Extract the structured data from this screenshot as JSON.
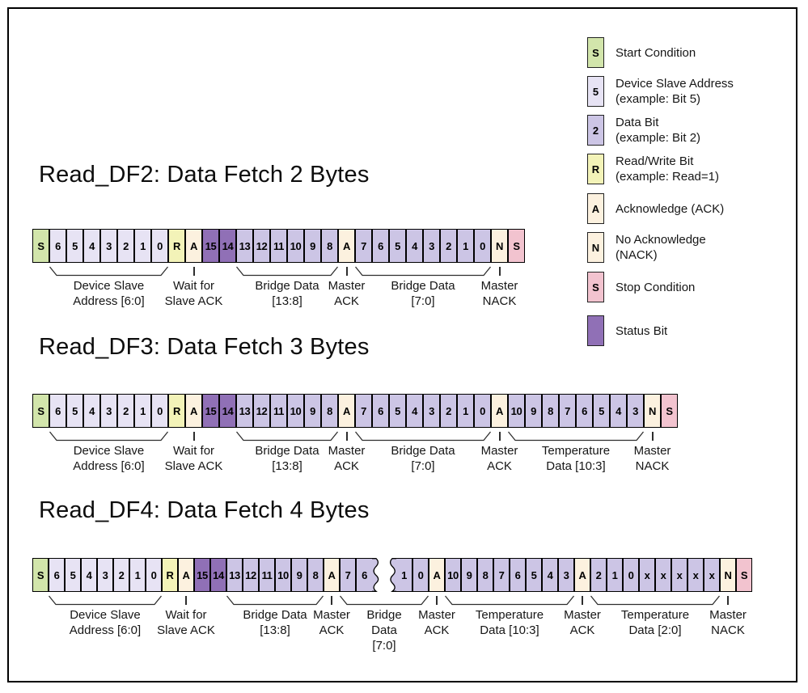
{
  "colors": {
    "start": "#d2e5ab",
    "addr": "#e7e3f4",
    "data": "#ccc5e5",
    "rw": "#f3f3b8",
    "ack": "#fcf1df",
    "status": "#9070b6",
    "stop": "#f2c3cf"
  },
  "legend": {
    "items": [
      {
        "key": "S",
        "type": "start",
        "lines": [
          "Start Condition"
        ]
      },
      {
        "key": "5",
        "type": "addr",
        "lines": [
          "Device Slave Address",
          "(example: Bit 5)"
        ]
      },
      {
        "key": "2",
        "type": "data",
        "lines": [
          "Data Bit",
          "(example: Bit 2)"
        ]
      },
      {
        "key": "R",
        "type": "rw",
        "lines": [
          "Read/Write Bit",
          "(example: Read=1)"
        ]
      },
      {
        "key": "A",
        "type": "ack",
        "lines": [
          "Acknowledge (ACK)"
        ]
      },
      {
        "key": "N",
        "type": "ack",
        "lines": [
          "No Acknowledge",
          "(NACK)"
        ]
      },
      {
        "key": "S",
        "type": "stop",
        "lines": [
          "Stop Condition"
        ]
      },
      {
        "key": "",
        "type": "status",
        "lines": [
          "Status Bit"
        ]
      }
    ]
  },
  "sections": [
    {
      "id": "df2",
      "title": "Read_DF2: Data Fetch 2 Bytes",
      "cells": [
        [
          "S",
          "start"
        ],
        [
          "6",
          "addr"
        ],
        [
          "5",
          "addr"
        ],
        [
          "4",
          "addr"
        ],
        [
          "3",
          "addr"
        ],
        [
          "2",
          "addr"
        ],
        [
          "1",
          "addr"
        ],
        [
          "0",
          "addr"
        ],
        [
          "R",
          "rw"
        ],
        [
          "A",
          "ack"
        ],
        [
          "15",
          "status"
        ],
        [
          "14",
          "status"
        ],
        [
          "13",
          "data"
        ],
        [
          "12",
          "data"
        ],
        [
          "11",
          "data"
        ],
        [
          "10",
          "data"
        ],
        [
          "9",
          "data"
        ],
        [
          "8",
          "data"
        ],
        [
          "A",
          "ack"
        ],
        [
          "7",
          "data"
        ],
        [
          "6",
          "data"
        ],
        [
          "5",
          "data"
        ],
        [
          "4",
          "data"
        ],
        [
          "3",
          "data"
        ],
        [
          "2",
          "data"
        ],
        [
          "1",
          "data"
        ],
        [
          "0",
          "data"
        ],
        [
          "N",
          "ack"
        ],
        [
          "S",
          "stop"
        ]
      ],
      "groups": [
        {
          "from": 1,
          "to": 7,
          "kind": "brace",
          "lines": [
            "Device Slave",
            "Address [6:0]"
          ]
        },
        {
          "from": 9,
          "to": 9,
          "kind": "tick",
          "lines": [
            "Wait for",
            "Slave ACK"
          ]
        },
        {
          "from": 12,
          "to": 17,
          "kind": "brace",
          "lines": [
            "Bridge Data",
            "[13:8]"
          ]
        },
        {
          "from": 18,
          "to": 18,
          "kind": "tick",
          "lines": [
            "Master",
            "ACK"
          ]
        },
        {
          "from": 19,
          "to": 26,
          "kind": "brace",
          "lines": [
            "Bridge Data",
            "[7:0]"
          ]
        },
        {
          "from": 27,
          "to": 27,
          "kind": "tick",
          "lines": [
            "Master",
            "NACK"
          ]
        }
      ]
    },
    {
      "id": "df3",
      "title": "Read_DF3: Data Fetch 3 Bytes",
      "cells": [
        [
          "S",
          "start"
        ],
        [
          "6",
          "addr"
        ],
        [
          "5",
          "addr"
        ],
        [
          "4",
          "addr"
        ],
        [
          "3",
          "addr"
        ],
        [
          "2",
          "addr"
        ],
        [
          "1",
          "addr"
        ],
        [
          "0",
          "addr"
        ],
        [
          "R",
          "rw"
        ],
        [
          "A",
          "ack"
        ],
        [
          "15",
          "status"
        ],
        [
          "14",
          "status"
        ],
        [
          "13",
          "data"
        ],
        [
          "12",
          "data"
        ],
        [
          "11",
          "data"
        ],
        [
          "10",
          "data"
        ],
        [
          "9",
          "data"
        ],
        [
          "8",
          "data"
        ],
        [
          "A",
          "ack"
        ],
        [
          "7",
          "data"
        ],
        [
          "6",
          "data"
        ],
        [
          "5",
          "data"
        ],
        [
          "4",
          "data"
        ],
        [
          "3",
          "data"
        ],
        [
          "2",
          "data"
        ],
        [
          "1",
          "data"
        ],
        [
          "0",
          "data"
        ],
        [
          "A",
          "ack"
        ],
        [
          "10",
          "data"
        ],
        [
          "9",
          "data"
        ],
        [
          "8",
          "data"
        ],
        [
          "7",
          "data"
        ],
        [
          "6",
          "data"
        ],
        [
          "5",
          "data"
        ],
        [
          "4",
          "data"
        ],
        [
          "3",
          "data"
        ],
        [
          "N",
          "ack"
        ],
        [
          "S",
          "stop"
        ]
      ],
      "groups": [
        {
          "from": 1,
          "to": 7,
          "kind": "brace",
          "lines": [
            "Device Slave",
            "Address [6:0]"
          ]
        },
        {
          "from": 9,
          "to": 9,
          "kind": "tick",
          "lines": [
            "Wait for",
            "Slave ACK"
          ]
        },
        {
          "from": 12,
          "to": 17,
          "kind": "brace",
          "lines": [
            "Bridge Data",
            "[13:8]"
          ]
        },
        {
          "from": 18,
          "to": 18,
          "kind": "tick",
          "lines": [
            "Master",
            "ACK"
          ]
        },
        {
          "from": 19,
          "to": 26,
          "kind": "brace",
          "lines": [
            "Bridge Data",
            "[7:0]"
          ]
        },
        {
          "from": 27,
          "to": 27,
          "kind": "tick",
          "lines": [
            "Master",
            "ACK"
          ]
        },
        {
          "from": 28,
          "to": 35,
          "kind": "brace",
          "lines": [
            "Temperature",
            "Data [10:3]"
          ]
        },
        {
          "from": 36,
          "to": 36,
          "kind": "tick",
          "lines": [
            "Master",
            "NACK"
          ]
        }
      ]
    },
    {
      "id": "df4",
      "title": "Read_DF4: Data Fetch 4 Bytes",
      "cells": [
        [
          "S",
          "start"
        ],
        [
          "6",
          "addr"
        ],
        [
          "5",
          "addr"
        ],
        [
          "4",
          "addr"
        ],
        [
          "3",
          "addr"
        ],
        [
          "2",
          "addr"
        ],
        [
          "1",
          "addr"
        ],
        [
          "0",
          "addr"
        ],
        [
          "R",
          "rw"
        ],
        [
          "A",
          "ack"
        ],
        [
          "15",
          "status"
        ],
        [
          "14",
          "status"
        ],
        [
          "13",
          "data"
        ],
        [
          "12",
          "data"
        ],
        [
          "11",
          "data"
        ],
        [
          "10",
          "data"
        ],
        [
          "9",
          "data"
        ],
        [
          "8",
          "data"
        ],
        [
          "A",
          "ack"
        ],
        [
          "7",
          "data"
        ],
        [
          "6",
          "data"
        ],
        [
          "",
          "break"
        ],
        [
          "1",
          "data"
        ],
        [
          "0",
          "data"
        ],
        [
          "A",
          "ack"
        ],
        [
          "10",
          "data"
        ],
        [
          "9",
          "data"
        ],
        [
          "8",
          "data"
        ],
        [
          "7",
          "data"
        ],
        [
          "6",
          "data"
        ],
        [
          "5",
          "data"
        ],
        [
          "4",
          "data"
        ],
        [
          "3",
          "data"
        ],
        [
          "A",
          "ack"
        ],
        [
          "2",
          "data"
        ],
        [
          "1",
          "data"
        ],
        [
          "0",
          "data"
        ],
        [
          "x",
          "data"
        ],
        [
          "x",
          "data"
        ],
        [
          "x",
          "data"
        ],
        [
          "x",
          "data"
        ],
        [
          "x",
          "data"
        ],
        [
          "N",
          "ack"
        ],
        [
          "S",
          "stop"
        ]
      ],
      "groups": [
        {
          "from": 1,
          "to": 7,
          "kind": "brace",
          "lines": [
            "Device Slave",
            "Address [6:0]"
          ]
        },
        {
          "from": 9,
          "to": 9,
          "kind": "tick",
          "lines": [
            "Wait for",
            "Slave ACK"
          ]
        },
        {
          "from": 12,
          "to": 17,
          "kind": "brace",
          "lines": [
            "Bridge Data",
            "[13:8]"
          ]
        },
        {
          "from": 18,
          "to": 18,
          "kind": "tick",
          "lines": [
            "Master",
            "ACK"
          ]
        },
        {
          "from": 19,
          "to": 23,
          "kind": "brace",
          "lines": [
            "Bridge",
            "Data",
            "[7:0]"
          ]
        },
        {
          "from": 24,
          "to": 24,
          "kind": "tick",
          "lines": [
            "Master",
            "ACK"
          ]
        },
        {
          "from": 25,
          "to": 32,
          "kind": "brace",
          "lines": [
            "Temperature",
            "Data [10:3]"
          ]
        },
        {
          "from": 33,
          "to": 33,
          "kind": "tick",
          "lines": [
            "Master",
            "ACK"
          ]
        },
        {
          "from": 34,
          "to": 41,
          "kind": "brace",
          "lines": [
            "Temperature",
            "Data [2:0]"
          ]
        },
        {
          "from": 42,
          "to": 42,
          "kind": "tick",
          "lines": [
            "Master",
            "NACK"
          ]
        }
      ]
    }
  ]
}
